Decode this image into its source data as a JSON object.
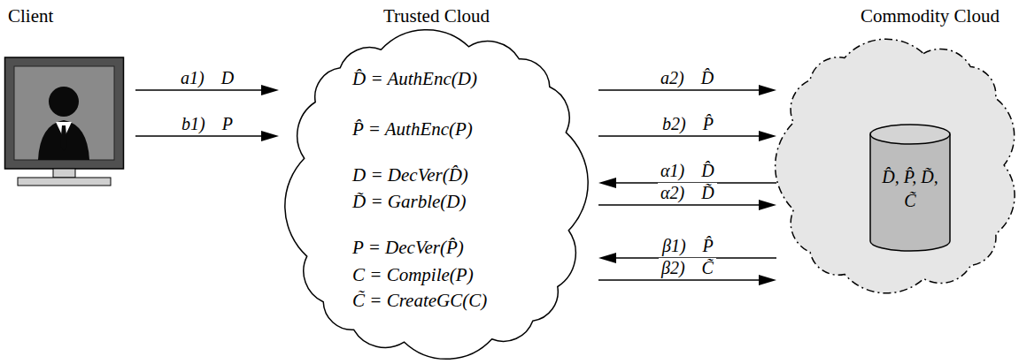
{
  "diagram": {
    "nodes": [
      {
        "text": [
          "Client"
        ]
      },
      {
        "text": [
          "Trusted Cloud",
          "D̂ = AuthEnc(D)",
          "P̂ = AuthEnc(P)",
          "D = DecVer(D̂)",
          "D̃ = Garble(D)",
          "P = DecVer(P̂)",
          "C = Compile(P)",
          "C̃ = CreateGC(C)"
        ]
      },
      {
        "text": [
          "Commodity Cloud"
        ]
      },
      {
        "text": [
          "D̂, P̂, D̃, C̃"
        ],
        "in": 2
      }
    ],
    "edges": [
      {
        "from": 0,
        "to": 1,
        "label": "a1) D",
        "arrow": "to"
      },
      {
        "from": 0,
        "to": 1,
        "label": "b1) P",
        "arrow": "to"
      },
      {
        "from": 1,
        "to": 2,
        "label": "a2) D̂",
        "arrow": "to"
      },
      {
        "from": 1,
        "to": 2,
        "label": "b2) P̂",
        "arrow": "to"
      },
      {
        "from": 2,
        "to": 1,
        "label": "α1) D̂",
        "arrow": "to"
      },
      {
        "from": 1,
        "to": 2,
        "label": "α2) D̃",
        "arrow": "to"
      },
      {
        "from": 2,
        "to": 1,
        "label": "β1) P̂",
        "arrow": "to"
      },
      {
        "from": 1,
        "to": 2,
        "label": "β2) C̃",
        "arrow": "to"
      }
    ]
  }
}
